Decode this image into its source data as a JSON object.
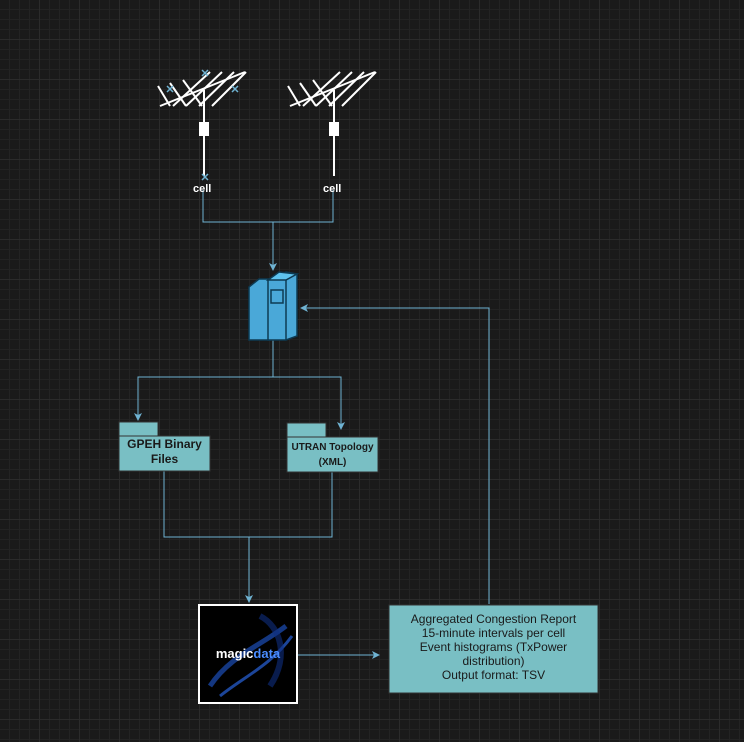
{
  "cells": [
    {
      "label": "cell"
    },
    {
      "label": "cell"
    }
  ],
  "files": {
    "gpeh": {
      "label": "GPEH Binary Files"
    },
    "utran": {
      "label": "UTRAN Topology (XML)"
    }
  },
  "processor": {
    "logo_prefix": "magic",
    "logo_suffix": "data"
  },
  "report": {
    "lines": [
      "Aggregated Congestion Report",
      "15-minute intervals per cell",
      "Event histograms (TxPower",
      "distribution)",
      "Output format: TSV"
    ]
  },
  "colors": {
    "edge": "#6fb3d2",
    "node_fill": "#79bfc4",
    "server_fill": "#4aa8d8",
    "antenna": "#ffffff"
  },
  "icons": {
    "antenna": "yagi-antenna-icon",
    "server": "server-icon"
  }
}
